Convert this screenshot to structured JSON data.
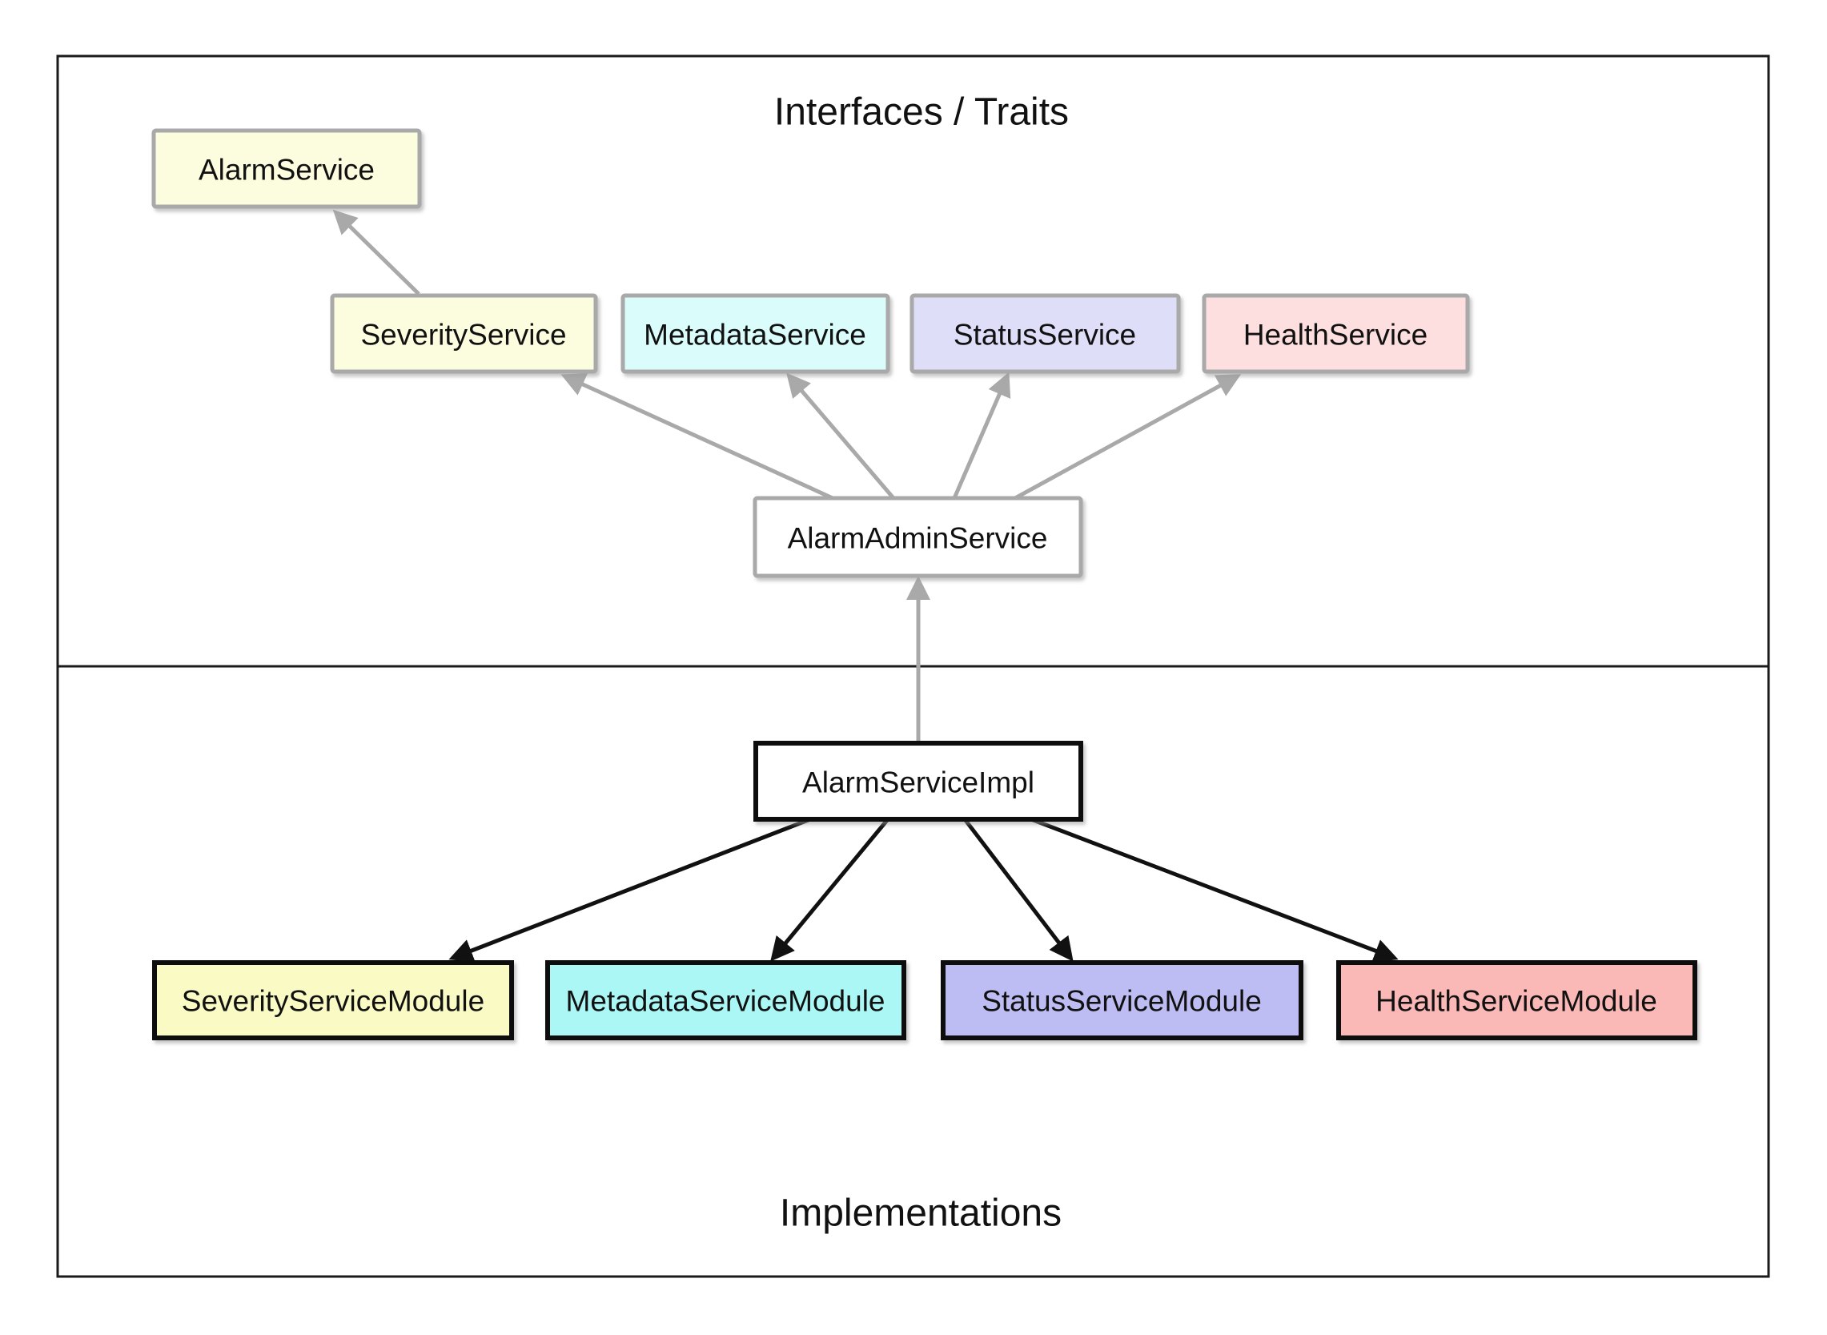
{
  "diagram": {
    "sections": {
      "interfaces": {
        "label": "Interfaces / Traits"
      },
      "implementations": {
        "label": "Implementations"
      }
    },
    "colors": {
      "background": "#ffffff",
      "frame": "#1a1a1a",
      "interface_edge": "#a9a9a9",
      "interface_stroke": "#a9a9a9",
      "implementation_edge": "#111111",
      "implementation_stroke": "#111111",
      "text": "#111111"
    },
    "nodes": {
      "alarm_service": {
        "label": "AlarmService",
        "fill": "#fcfcdf",
        "stroke": "#a9a9a9"
      },
      "severity_service": {
        "label": "SeverityService",
        "fill": "#fcfcdf",
        "stroke": "#a9a9a9"
      },
      "metadata_service": {
        "label": "MetadataService",
        "fill": "#dafcfa",
        "stroke": "#a9a9a9"
      },
      "status_service": {
        "label": "StatusService",
        "fill": "#dedef9",
        "stroke": "#a9a9a9"
      },
      "health_service": {
        "label": "HealthService",
        "fill": "#fcdfde",
        "stroke": "#a9a9a9"
      },
      "alarm_admin_service": {
        "label": "AlarmAdminService",
        "fill": "#ffffff",
        "stroke": "#a9a9a9"
      },
      "alarm_service_impl": {
        "label": "AlarmServiceImpl",
        "fill": "#ffffff",
        "stroke": "#111111"
      },
      "severity_service_module": {
        "label": "SeverityServiceModule",
        "fill": "#fafac5",
        "stroke": "#111111"
      },
      "metadata_service_module": {
        "label": "MetadataServiceModule",
        "fill": "#aaf7f5",
        "stroke": "#111111"
      },
      "status_service_module": {
        "label": "StatusServiceModule",
        "fill": "#bdbcf3",
        "stroke": "#111111"
      },
      "health_service_module": {
        "label": "HealthServiceModule",
        "fill": "#fab8b6",
        "stroke": "#111111"
      }
    },
    "edges": [
      {
        "from": "SeverityService",
        "to": "AlarmService",
        "style": "interface"
      },
      {
        "from": "AlarmAdminService",
        "to": "SeverityService",
        "style": "interface"
      },
      {
        "from": "AlarmAdminService",
        "to": "MetadataService",
        "style": "interface"
      },
      {
        "from": "AlarmAdminService",
        "to": "StatusService",
        "style": "interface"
      },
      {
        "from": "AlarmAdminService",
        "to": "HealthService",
        "style": "interface"
      },
      {
        "from": "AlarmServiceImpl",
        "to": "AlarmAdminService",
        "style": "interface"
      },
      {
        "from": "AlarmServiceImpl",
        "to": "SeverityServiceModule",
        "style": "implementation"
      },
      {
        "from": "AlarmServiceImpl",
        "to": "MetadataServiceModule",
        "style": "implementation"
      },
      {
        "from": "AlarmServiceImpl",
        "to": "StatusServiceModule",
        "style": "implementation"
      },
      {
        "from": "AlarmServiceImpl",
        "to": "HealthServiceModule",
        "style": "implementation"
      }
    ]
  }
}
